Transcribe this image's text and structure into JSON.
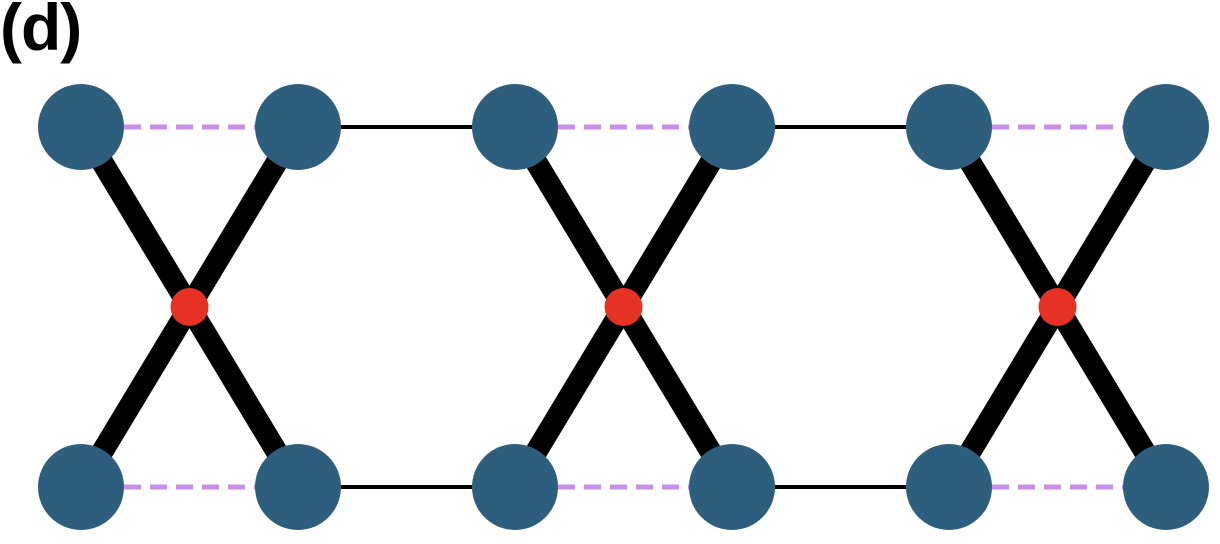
{
  "figure": {
    "panel_label": "(d)"
  },
  "colors": {
    "site_node": "#2d5e7e",
    "center_node": "#e53224",
    "strong_bond": "#000000",
    "weak_bond": "#000000",
    "dashed_bond": "#c78fe8"
  },
  "lattice": {
    "unit_cells": 3,
    "sites_per_cell": 4,
    "center_sites_per_cell": 1,
    "bonds": {
      "cross_bonds_per_cell": 4,
      "dashed_intra_cell_bonds_per_cell": 2,
      "inter_cell_bonds_per_gap": 2
    }
  }
}
